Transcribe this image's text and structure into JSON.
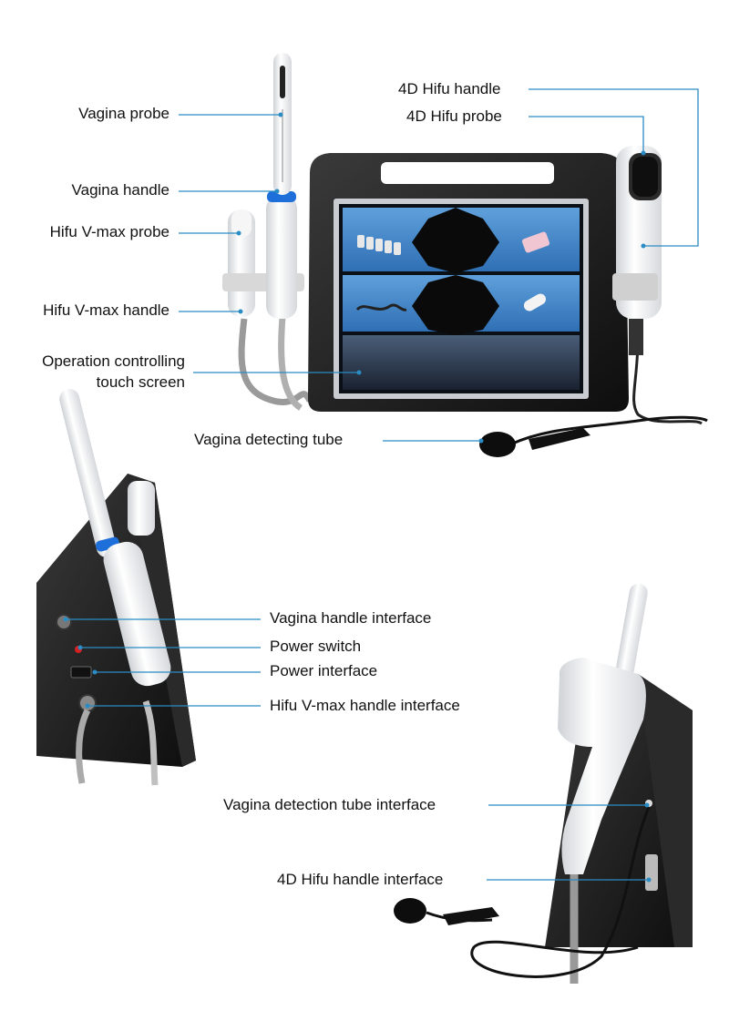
{
  "labels": {
    "hifu_4d_handle": "4D Hifu handle",
    "hifu_4d_probe": "4D Hifu probe",
    "vagina_probe": "Vagina probe",
    "vagina_handle": "Vagina handle",
    "hifu_vmax_probe": "Hifu V-max probe",
    "hifu_vmax_handle": "Hifu V-max  handle",
    "touch_screen_line1": "Operation controlling",
    "touch_screen_line2": "touch screen",
    "vagina_detecting_tube": "Vagina detecting tube",
    "vagina_handle_interface": "Vagina handle interface",
    "power_switch": "Power switch",
    "power_interface": "Power interface",
    "hifu_vmax_handle_interface": "Hifu V-max handle interface",
    "vagina_detection_tube_interface": "Vagina detection tube interface",
    "hifu_4d_handle_interface": "4D Hifu handle interface"
  },
  "colors": {
    "leader_line": "#2a8cc4",
    "leader_dot": "#2a8cc4",
    "device_body": "#1c1c1c",
    "screen_blue": "#4a8fd0",
    "handle_white": "#f2f2f2",
    "accent_blue": "#1e6fd9"
  }
}
